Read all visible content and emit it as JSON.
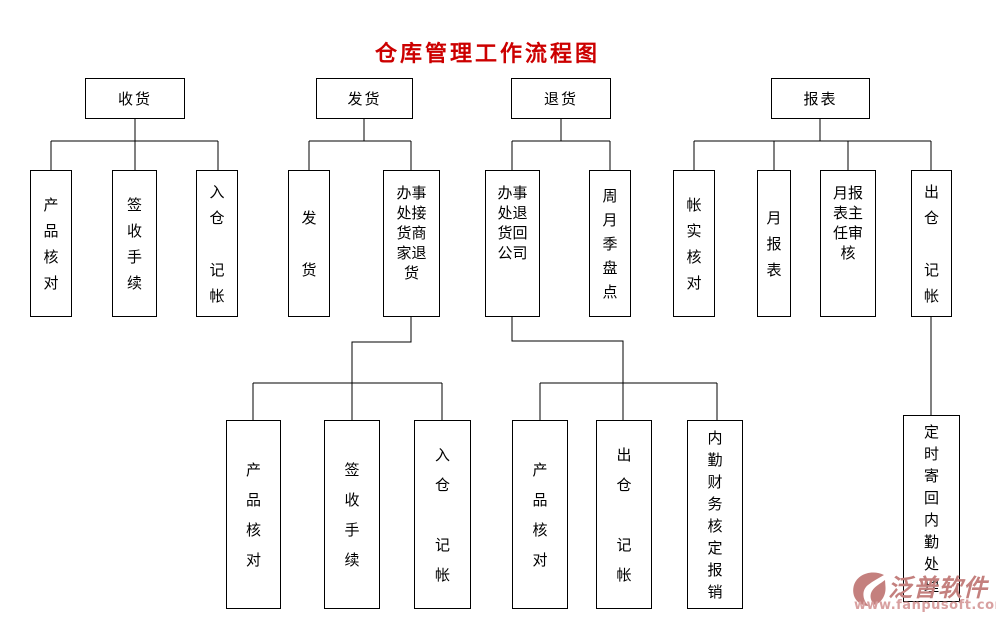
{
  "title": "仓库管理工作流程图",
  "colors": {
    "title_red": "#cc0000",
    "line_black": "#000000",
    "watermark_rose": "#c4807e",
    "watermark_url_rose": "#d8a0a0"
  },
  "flowchart": {
    "receiving": {
      "label": "收货",
      "product_check": "产\n品\n核\n对",
      "signoff": "签\n收\n手\n续",
      "warehouse_in": "入\n仓\n\n记\n帐"
    },
    "shipping": {
      "label": "发货",
      "ship": "发\n\n货",
      "office_receives_returns": "办事\n处接\n货商\n家退\n货",
      "sub": {
        "product_check": "产\n品\n核\n对",
        "signoff": "签\n收\n手\n续",
        "warehouse_in": "入\n仓\n\n记\n帐"
      }
    },
    "returns": {
      "label": "退货",
      "office_returns_to_company": "办事\n处退\n货回\n公司",
      "inventory_count": "周\n月\n季\n盘\n点",
      "sub": {
        "product_check": "产\n品\n核\n对",
        "warehouse_out": "出\n仓\n\n记\n帐",
        "finance_approval": "内\n勤\n财\n务\n核\n定\n报\n销"
      }
    },
    "reports": {
      "label": "报表",
      "account_check": "帐\n实\n核\n对",
      "monthly_report": "月\n报\n表",
      "report_review": "月报\n表主\n任审\n核",
      "warehouse_out": "出\n仓\n\n记\n帐",
      "sub": {
        "mail_back": "定\n时\n寄\n回\n内\n勤\n处\n理"
      }
    }
  },
  "watermark": {
    "brand": "泛普软件",
    "url": "www.fanpusoft.com"
  }
}
